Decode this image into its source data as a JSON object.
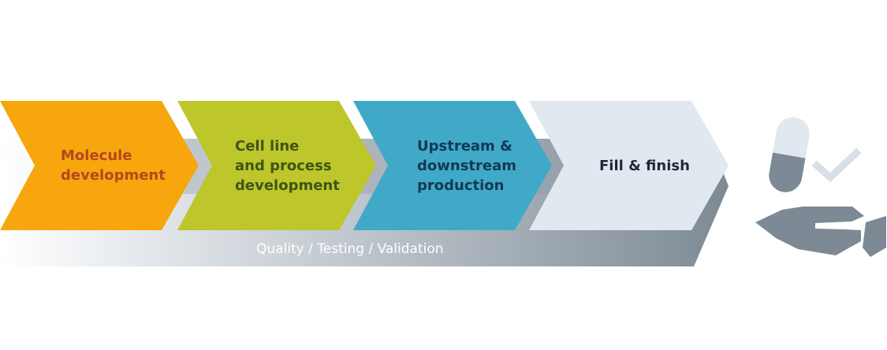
{
  "process": {
    "steps": [
      {
        "label": "Molecule\ndevelopment",
        "fill": "#f7a60d",
        "text_color": "#b5461f"
      },
      {
        "label": "Cell line\nand process\ndevelopment",
        "fill": "#bdc62b",
        "text_color": "#3f5415"
      },
      {
        "label": "Upstream &\ndownstream\nproduction",
        "fill": "#41a9c8",
        "text_color": "#113a55"
      },
      {
        "label": "Fill & finish",
        "fill": "#e2e8f0",
        "text_color": "#1e2a3a"
      }
    ],
    "band_label": "Quality / Testing / Validation",
    "band_color": "#7d8a95"
  },
  "icon": {
    "name": "capsule-in-hand-icon",
    "capsule_light": "#e2e8f0",
    "capsule_dark": "#7d8a95",
    "check_color": "#d7e0e8",
    "hand_color": "#7d8a95"
  }
}
